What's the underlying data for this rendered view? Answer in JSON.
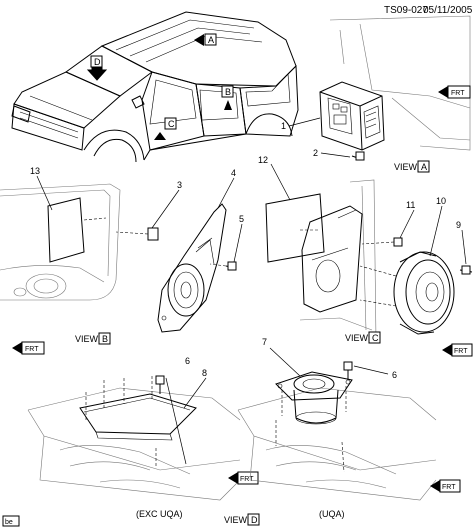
{
  "header": {
    "ref": "TS09-027",
    "date": "05/11/2005"
  },
  "callouts": {
    "c1": "1",
    "c2": "2",
    "c3": "3",
    "c4": "4",
    "c5": "5",
    "c6a": "6",
    "c6b": "6",
    "c7": "7",
    "c8": "8",
    "c9": "9",
    "c10": "10",
    "c11": "11",
    "c12": "12",
    "c13": "13"
  },
  "views": {
    "view_word": "VIEW",
    "a": "A",
    "b": "B",
    "c": "C",
    "d": "D",
    "vehicle_a": "A",
    "vehicle_b": "B",
    "vehicle_c": "C",
    "vehicle_d": "D"
  },
  "captions": {
    "exc": "(EXC UQA)",
    "uqa": "(UQA)"
  },
  "arrows": {
    "frt": "FRT"
  },
  "footer": {
    "badge": "be"
  },
  "colors": {
    "line": "#000000",
    "fill": "#ffffff"
  }
}
